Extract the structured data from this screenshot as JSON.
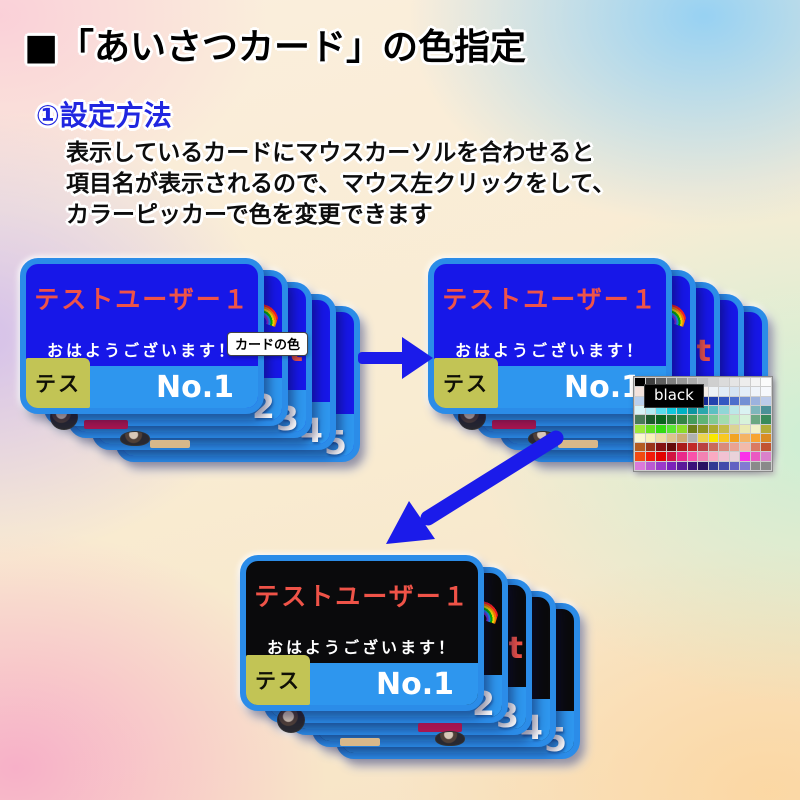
{
  "page": {
    "title": "■「あいさつカード」の色指定",
    "section_heading": "①設定方法",
    "body_lines": [
      "表示しているカードにマウスカーソルを合わせると",
      "項目名が表示されるので、マウス左クリックをして、",
      "カラーピッカーで色を変更できます"
    ]
  },
  "card": {
    "user_title": "テストユーザー１",
    "greeting": "おはようございます！",
    "tab_label": "テス",
    "number_label": "No.1",
    "stack_numbers": [
      "2",
      "3",
      "4",
      "5"
    ],
    "overflow_letter": "t"
  },
  "tooltips": {
    "card_color": "カードの色",
    "picker_color": "black"
  },
  "colors": {
    "card_body_blue": "#1717e8",
    "card_body_black": "#0a0a0c",
    "card_border": "#2b8ce8",
    "card_strip": "#2e96ee",
    "tab_bg": "#c2c455",
    "title_red": "#ef5348",
    "arrow_blue": "#1b1bea",
    "heading_blue": "#2026e0"
  },
  "palette": {
    "rows": [
      [
        "#000000",
        "#3f3f3f",
        "#5f5f5f",
        "#7f7f7f",
        "#979797",
        "#ababab",
        "#bfbfbf",
        "#cfcfcf",
        "#dbdbdb",
        "#e5e5e5",
        "#ededed",
        "#f4f4f4",
        "#fbfbfb"
      ],
      [
        "#f2e2dc",
        "#f6e8de",
        "#f8eee4",
        "#f4e6e0",
        "#f8e0e0",
        "#fae8e4",
        "#f6efe8",
        "#eef2f6",
        "#e2ecf6",
        "#d6e4f2",
        "#e4eef8",
        "#eff4fa",
        "#f6f8fc"
      ],
      [
        "#b8cfec",
        "#88abde",
        "#5478cc",
        "#2c50b8",
        "#16329a",
        "#0a1f7e",
        "#142a92",
        "#2342ae",
        "#3458c2",
        "#4c6ecc",
        "#7490d4",
        "#9cb2de",
        "#bccbea"
      ],
      [
        "#d8f4f8",
        "#b0ecf4",
        "#58dcec",
        "#10c8dc",
        "#00b2c4",
        "#0d96a2",
        "#2ba8ac",
        "#5cc0c2",
        "#90d6d6",
        "#bce8e8",
        "#daf2f2",
        "#7eb6bc",
        "#4b9098"
      ],
      [
        "#4a7a58",
        "#1c5c2c",
        "#0a641e",
        "#237434",
        "#348446",
        "#459c5c",
        "#5fb476",
        "#80ca94",
        "#a2dcae",
        "#c0eac6",
        "#d8f2da",
        "#6ca883",
        "#3a8a5c"
      ],
      [
        "#9ce83a",
        "#64e022",
        "#34da12",
        "#5ae432",
        "#8cdc2a",
        "#6d7d1a",
        "#8c9422",
        "#adaa32",
        "#c4bc4a",
        "#dcd494",
        "#eaeab2",
        "#f2f2ca",
        "#b2ac3a"
      ],
      [
        "#faf8d2",
        "#f8f2ba",
        "#ecdca4",
        "#dcc48c",
        "#ccac74",
        "#b0b0b0",
        "#ecd44c",
        "#fae800",
        "#f8c822",
        "#f2a422",
        "#f4b464",
        "#f8a432",
        "#da8c24"
      ],
      [
        "#b45c22",
        "#9a341a",
        "#841212",
        "#640a0a",
        "#aa1a1a",
        "#c22a2a",
        "#ba4242",
        "#ca6a5a",
        "#da8a7a",
        "#eaa292",
        "#f2baaa",
        "#da7a62",
        "#c25432"
      ],
      [
        "#f24a12",
        "#f21a0a",
        "#e20202",
        "#d21242",
        "#ea2a8a",
        "#fa52aa",
        "#f282b2",
        "#faaac2",
        "#f2c2d2",
        "#ead2da",
        "#fa32ea",
        "#ea5ac2",
        "#da82ca"
      ],
      [
        "#da7ada",
        "#ba5ad2",
        "#9a3aca",
        "#7a22ba",
        "#5a1a9a",
        "#3a127a",
        "#2a1262",
        "#323a92",
        "#424aaa",
        "#6262c2",
        "#827ad2",
        "#8a8a8a",
        "#8a8a8a"
      ]
    ]
  }
}
